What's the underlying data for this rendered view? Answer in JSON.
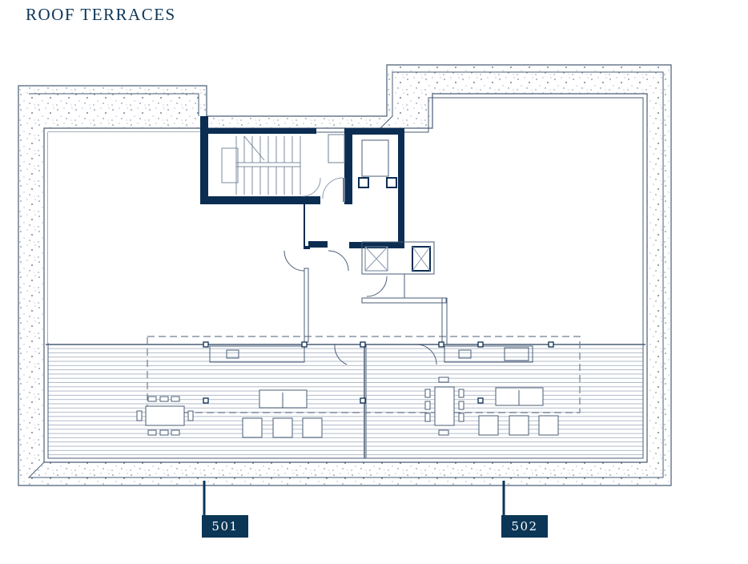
{
  "title": "ROOF TERRACES",
  "units": [
    {
      "label": "501"
    },
    {
      "label": "502"
    }
  ],
  "colors": {
    "wall": "#0b2d52",
    "line": "#4a5d76",
    "label_bg": "#0b3656",
    "title": "#0e3558"
  }
}
